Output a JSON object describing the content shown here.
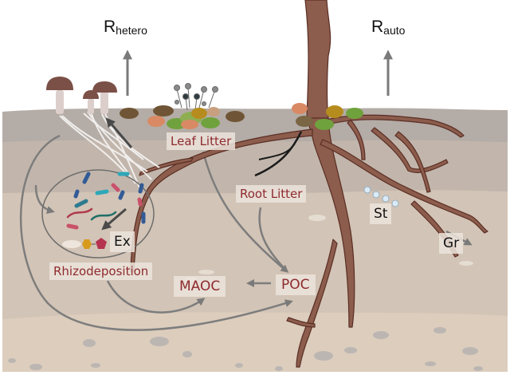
{
  "title": "Soil carbon cycling: respiration, litter, rhizodeposition and soil organic carbon pools",
  "respiration": {
    "heterotrophic": {
      "symbol": "R",
      "subscript": "hetero"
    },
    "autotrophic": {
      "symbol": "R",
      "subscript": "auto"
    }
  },
  "labels": {
    "leaf_litter": "Leaf Litter",
    "root_litter": "Root Litter",
    "rhizodeposition": "Rhizodeposition",
    "exudates": "Ex",
    "storage": "St",
    "growth": "Gr",
    "maoc": "MAOC",
    "poc": "POC"
  },
  "flows": [
    {
      "from": "soil surface",
      "to": "R hetero",
      "kind": "respiration"
    },
    {
      "from": "soil surface",
      "to": "R auto",
      "kind": "respiration"
    },
    {
      "from": "Leaf Litter",
      "to": "POC"
    },
    {
      "from": "Root Litter",
      "to": "POC"
    },
    {
      "from": "POC",
      "to": "MAOC"
    },
    {
      "from": "Rhizodeposition",
      "to": "MAOC"
    },
    {
      "from": "fungal hyphae",
      "to": "POC"
    },
    {
      "from": "fungal hyphae",
      "to": "rhizosphere microbes"
    },
    {
      "from": "root",
      "to": "Ex"
    },
    {
      "from": "root",
      "to": "Gr"
    }
  ],
  "colors": {
    "label_text": "#8e2a2e",
    "root": "#8b5a4a",
    "root_outline": "#5a2e24",
    "soil_top": "#b3aaa4",
    "soil_mid": "#cdc0b3",
    "soil_bottom": "#dccebe",
    "arrow": "#7d7d7d"
  }
}
